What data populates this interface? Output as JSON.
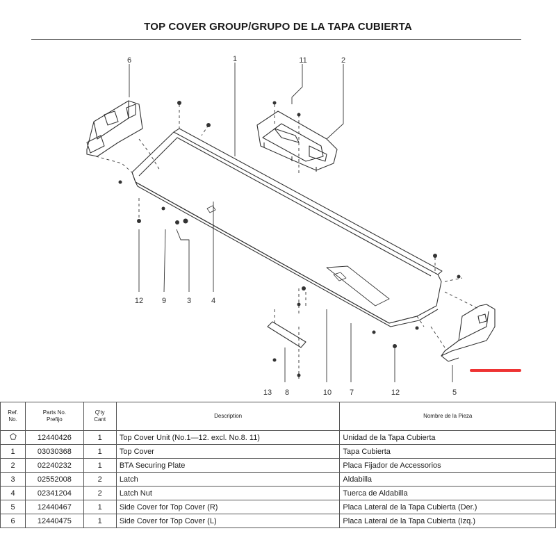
{
  "title": "TOP COVER GROUP/GRUPO DE LA TAPA CUBIERTA",
  "diagram": {
    "callouts": [
      {
        "id": "c6top",
        "label": "6"
      },
      {
        "id": "c1",
        "label": "1"
      },
      {
        "id": "c11",
        "label": "11"
      },
      {
        "id": "c2",
        "label": "2"
      },
      {
        "id": "c12a",
        "label": "12"
      },
      {
        "id": "c9",
        "label": "9"
      },
      {
        "id": "c3",
        "label": "3"
      },
      {
        "id": "c4",
        "label": "4"
      },
      {
        "id": "c13",
        "label": "13"
      },
      {
        "id": "c8",
        "label": "8"
      },
      {
        "id": "c10",
        "label": "10"
      },
      {
        "id": "c7",
        "label": "7"
      },
      {
        "id": "c12b",
        "label": "12"
      },
      {
        "id": "c5",
        "label": "5"
      }
    ]
  },
  "table": {
    "headers": {
      "ref": [
        "Ref.",
        "No."
      ],
      "part_no": [
        "Parts No.",
        "Prefijo"
      ],
      "qty": [
        "Q'ty",
        "Cant"
      ],
      "description": "Description",
      "nombre": "Nombre de la Pieza"
    },
    "rows": [
      {
        "ref": "",
        "ref_icon": "pentagon-icon",
        "part_no": "12440426",
        "qty": "1",
        "description": "Top Cover Unit (No.1—12. excl. No.8. 11)",
        "nombre": "Unidad de la Tapa Cubierta"
      },
      {
        "ref": "1",
        "part_no": "03030368",
        "qty": "1",
        "description": "Top Cover",
        "nombre": "Tapa Cubierta"
      },
      {
        "ref": "2",
        "part_no": "02240232",
        "qty": "1",
        "description": "BTA Securing Plate",
        "nombre": "Placa Fijador de Accessorios"
      },
      {
        "ref": "3",
        "part_no": "02552008",
        "qty": "2",
        "description": "Latch",
        "nombre": "Aldabilla"
      },
      {
        "ref": "4",
        "part_no": "02341204",
        "qty": "2",
        "description": "Latch Nut",
        "nombre": "Tuerca de Aldabilla"
      },
      {
        "ref": "5",
        "part_no": "12440467",
        "qty": "1",
        "description": "Side Cover for Top Cover (R)",
        "nombre": "Placa Lateral de la Tapa Cubierta (Der.)"
      },
      {
        "ref": "6",
        "part_no": "12440475",
        "qty": "1",
        "description": "Side Cover for Top Cover (L)",
        "nombre": "Placa Lateral de la Tapa Cubierta (Izq.)"
      }
    ]
  }
}
